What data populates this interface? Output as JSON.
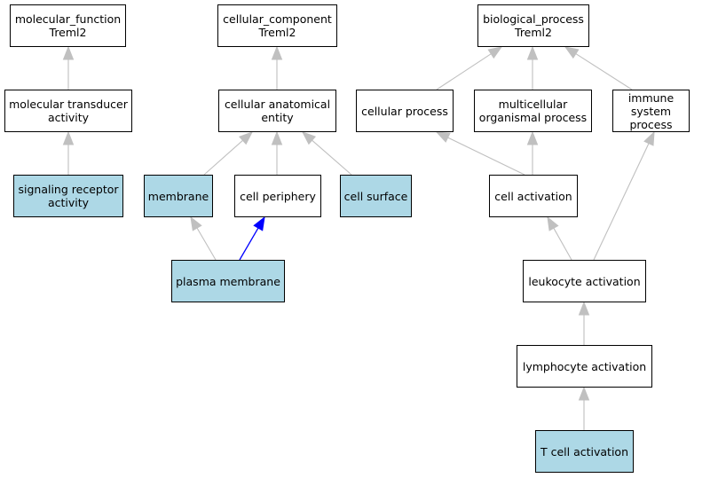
{
  "colors": {
    "node_fill": "#ffffff",
    "highlight_fill": "#add8e6",
    "edge_gray": "#c0c0c0",
    "edge_blue": "#0000ff"
  },
  "nodes": {
    "mf_root": {
      "text": "molecular_function\nTreml2",
      "highlight": false
    },
    "mol_transducer": {
      "text": "molecular transducer\nactivity",
      "highlight": false
    },
    "signaling_receptor": {
      "text": "signaling receptor\nactivity",
      "highlight": true
    },
    "cc_root": {
      "text": "cellular_component\nTreml2",
      "highlight": false
    },
    "cell_anat_entity": {
      "text": "cellular anatomical\nentity",
      "highlight": false
    },
    "membrane": {
      "text": "membrane",
      "highlight": true
    },
    "cell_periphery": {
      "text": "cell periphery",
      "highlight": false
    },
    "cell_surface": {
      "text": "cell surface",
      "highlight": true
    },
    "plasma_membrane": {
      "text": "plasma membrane",
      "highlight": true
    },
    "bp_root": {
      "text": "biological_process\nTreml2",
      "highlight": false
    },
    "cellular_process": {
      "text": "cellular process",
      "highlight": false
    },
    "multicellular": {
      "text": "multicellular\norganismal process",
      "highlight": false
    },
    "immune_system": {
      "text": "immune system\nprocess",
      "highlight": false
    },
    "cell_activation": {
      "text": "cell activation",
      "highlight": false
    },
    "leukocyte_activation": {
      "text": "leukocyte activation",
      "highlight": false
    },
    "lymphocyte_activation": {
      "text": "lymphocyte activation",
      "highlight": false
    },
    "t_cell_activation": {
      "text": "T cell activation",
      "highlight": true
    }
  },
  "edges": [
    {
      "from": "mol_transducer",
      "to": "mf_root",
      "color": "gray"
    },
    {
      "from": "signaling_receptor",
      "to": "mol_transducer",
      "color": "gray"
    },
    {
      "from": "cell_anat_entity",
      "to": "cc_root",
      "color": "gray"
    },
    {
      "from": "membrane",
      "to": "cell_anat_entity",
      "color": "gray"
    },
    {
      "from": "cell_periphery",
      "to": "cell_anat_entity",
      "color": "gray"
    },
    {
      "from": "cell_surface",
      "to": "cell_anat_entity",
      "color": "gray"
    },
    {
      "from": "plasma_membrane",
      "to": "membrane",
      "color": "gray"
    },
    {
      "from": "plasma_membrane",
      "to": "cell_periphery",
      "color": "blue"
    },
    {
      "from": "cellular_process",
      "to": "bp_root",
      "color": "gray"
    },
    {
      "from": "multicellular",
      "to": "bp_root",
      "color": "gray"
    },
    {
      "from": "immune_system",
      "to": "bp_root",
      "color": "gray"
    },
    {
      "from": "cell_activation",
      "to": "cellular_process",
      "color": "gray"
    },
    {
      "from": "cell_activation",
      "to": "multicellular",
      "color": "gray"
    },
    {
      "from": "leukocyte_activation",
      "to": "cell_activation",
      "color": "gray"
    },
    {
      "from": "leukocyte_activation",
      "to": "immune_system",
      "color": "gray"
    },
    {
      "from": "lymphocyte_activation",
      "to": "leukocyte_activation",
      "color": "gray"
    },
    {
      "from": "t_cell_activation",
      "to": "lymphocyte_activation",
      "color": "gray"
    }
  ]
}
